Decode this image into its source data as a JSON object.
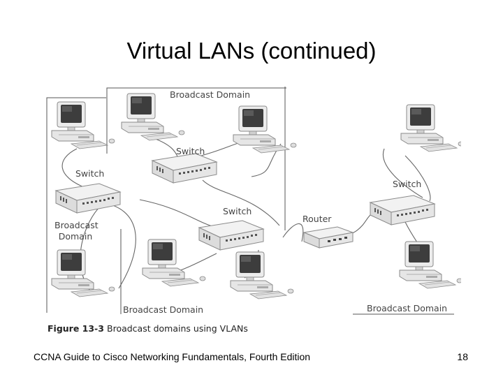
{
  "slide": {
    "title": "Virtual LANs (continued)",
    "footer_text": "CCNA Guide to Cisco Networking Fundamentals, Fourth Edition",
    "page_number": "18"
  },
  "figure": {
    "number": "Figure 13-3",
    "caption": "Broadcast domains using VLANs",
    "labels": {
      "broadcast_domain_top": "Broadcast Domain",
      "broadcast_domain_left": "Broadcast\nDomain",
      "broadcast_domain_bottom_middle": "Broadcast Domain",
      "broadcast_domain_bottom_right": "Broadcast Domain",
      "switch_left": "Switch",
      "switch_top_center": "Switch",
      "switch_center": "Switch",
      "switch_right": "Switch",
      "router": "Router"
    },
    "colors": {
      "device_fill": "#e9e9e9",
      "device_edge": "#8a8a8a",
      "screen": "#3d3d3d",
      "cable": "#666666",
      "boundary": "#555555"
    }
  }
}
